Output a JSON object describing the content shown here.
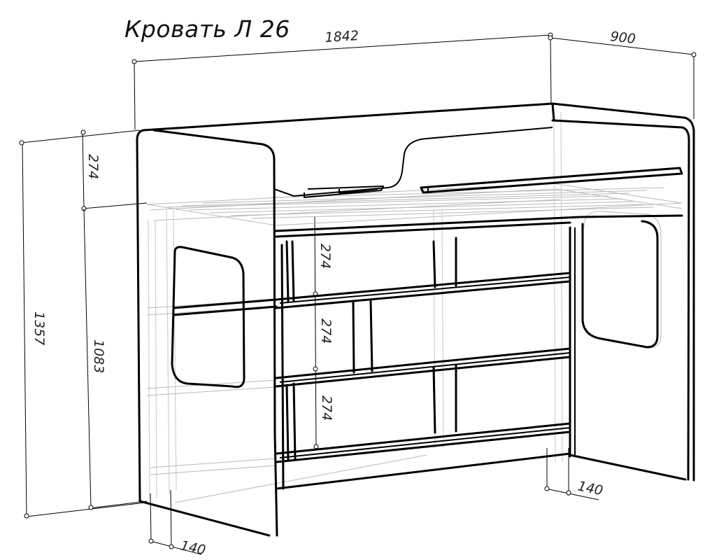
{
  "drawing": {
    "title": "Кровать Л 26",
    "object": "loft bed",
    "dimensions": {
      "length": "1842",
      "depth": "900",
      "total_height": "1357",
      "sleeping_height": "1083",
      "rail_height": "274",
      "shelf_spacing_1": "274",
      "shelf_spacing_2": "274",
      "shelf_spacing_3": "274",
      "left_leg_width": "140",
      "right_leg_width": "140"
    },
    "colors": {
      "line": "#000000",
      "hidden_line": "#b9b9b9",
      "background": "#ffffff"
    }
  }
}
